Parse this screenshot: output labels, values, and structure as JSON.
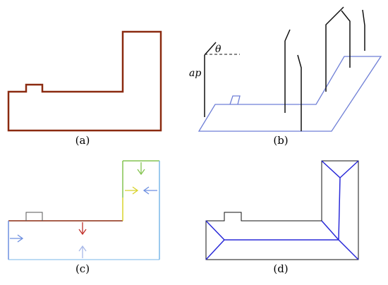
{
  "panels": [
    {
      "id": "a",
      "caption": "(a)"
    },
    {
      "id": "b",
      "caption": "(b)",
      "labels": {
        "angle": "θ",
        "height": "ap"
      }
    },
    {
      "id": "c",
      "caption": "(c)"
    },
    {
      "id": "d",
      "caption": "(d)"
    }
  ],
  "colors": {
    "outline_brown": "#8b2a10",
    "plane_blue": "#6f7fd6",
    "skeleton_blue": "#2a2ad8",
    "wall_black": "#111111",
    "arrow_green": "#84c450",
    "arrow_yellow": "#d8d22a",
    "arrow_red": "#c0302a",
    "arrow_blue": "#6d8fe0",
    "edge_cyan": "#7ab7e8",
    "gray": "#555555"
  }
}
